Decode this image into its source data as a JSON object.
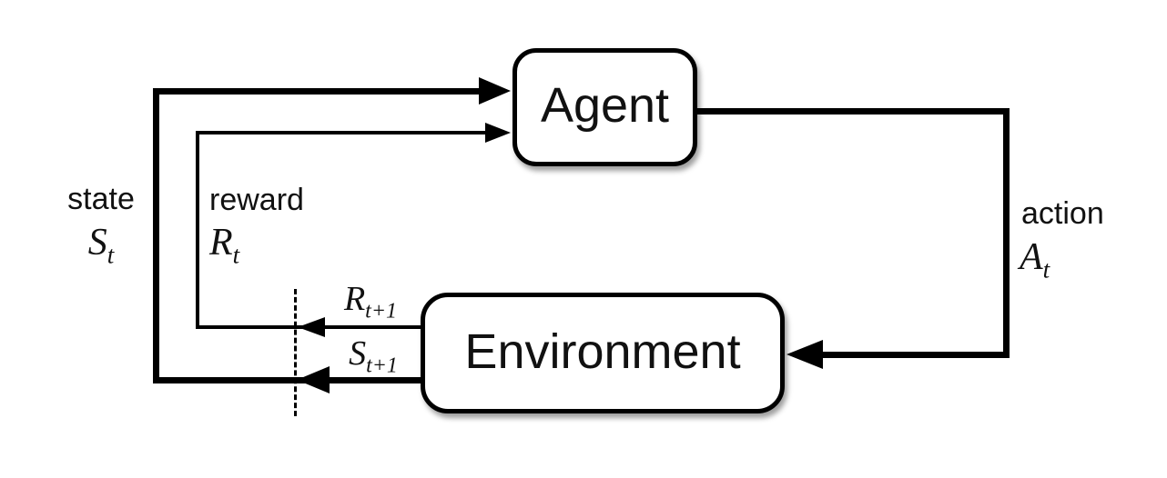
{
  "diagram": {
    "type": "agent-environment-interaction-loop",
    "nodes": {
      "agent": {
        "label": "Agent"
      },
      "environment": {
        "label": "Environment"
      }
    },
    "labels": {
      "state_word": "state",
      "state_sym": {
        "base": "S",
        "sub": "t"
      },
      "reward_word": "reward",
      "reward_sym": {
        "base": "R",
        "sub": "t"
      },
      "action_word": "action",
      "action_sym": {
        "base": "A",
        "sub": "t"
      },
      "next_reward_sym": {
        "base": "R",
        "sub": "t+1"
      },
      "next_state_sym": {
        "base": "S",
        "sub": "t+1"
      }
    },
    "edges": {
      "action_edge": "Agent to Environment (action)",
      "state_edge": "Environment to Agent (state)",
      "reward_edge": "Environment to Agent (reward)",
      "boundary": "dashed time-step boundary line"
    },
    "colors": {
      "line": "#000000",
      "box_fill": "#ffffff",
      "background": "#ffffff"
    }
  }
}
